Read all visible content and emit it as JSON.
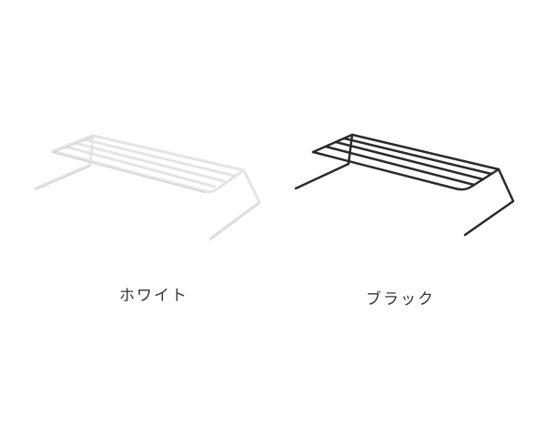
{
  "products": [
    {
      "id": "white",
      "label": "ホワイト",
      "wire_color": "#e6e6e6",
      "wire_edge_color": "#c8c8c8"
    },
    {
      "id": "black",
      "label": "ブラック",
      "wire_color": "#2a2a2a",
      "wire_edge_color": "#1a1a1a"
    }
  ],
  "background_color": "#ffffff",
  "label_color": "#333333"
}
